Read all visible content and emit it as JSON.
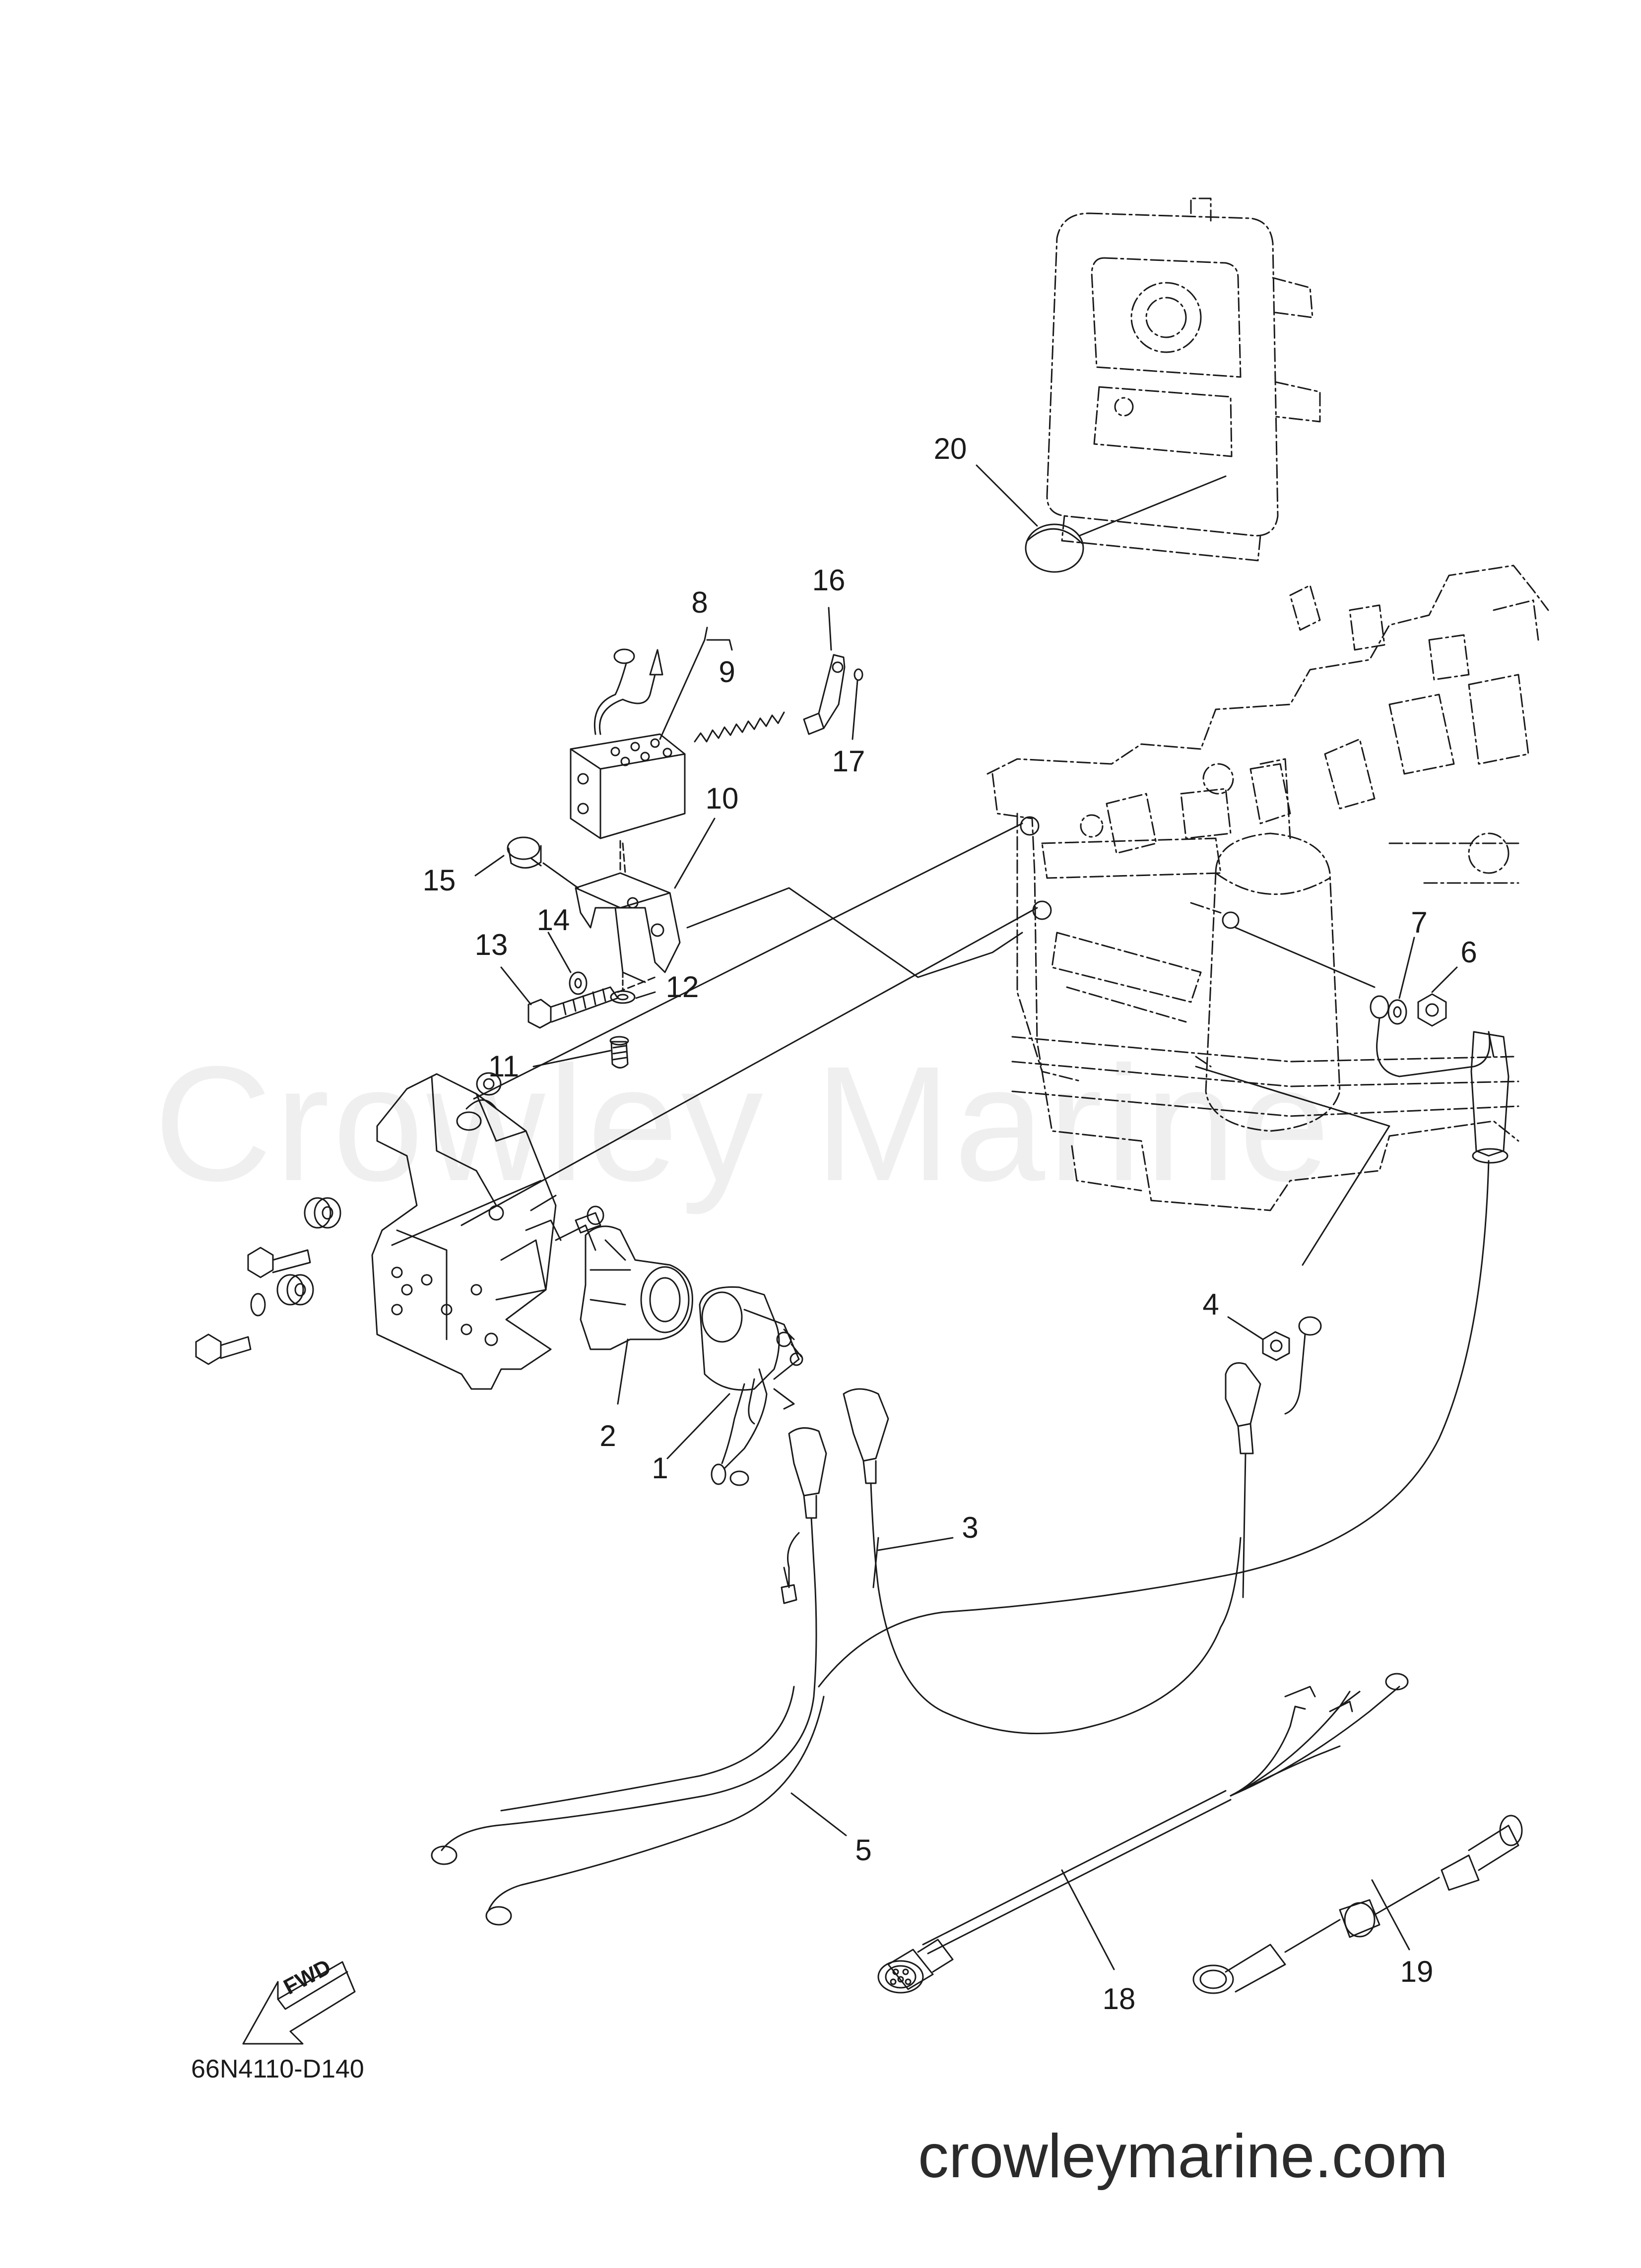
{
  "diagram": {
    "code": "66N4110-D140",
    "fwd_label": "FWD",
    "website": "crowleymarine.com",
    "watermark": "Crowley Marine",
    "callouts": [
      {
        "id": "1",
        "text": "1"
      },
      {
        "id": "2",
        "text": "2"
      },
      {
        "id": "3",
        "text": "3"
      },
      {
        "id": "4",
        "text": "4"
      },
      {
        "id": "5",
        "text": "5"
      },
      {
        "id": "6",
        "text": "6"
      },
      {
        "id": "7",
        "text": "7"
      },
      {
        "id": "8",
        "text": "8"
      },
      {
        "id": "9",
        "text": "9"
      },
      {
        "id": "10",
        "text": "10"
      },
      {
        "id": "11",
        "text": "11"
      },
      {
        "id": "12",
        "text": "12"
      },
      {
        "id": "13",
        "text": "13"
      },
      {
        "id": "14",
        "text": "14"
      },
      {
        "id": "15",
        "text": "15"
      },
      {
        "id": "16",
        "text": "16"
      },
      {
        "id": "17",
        "text": "17"
      },
      {
        "id": "18",
        "text": "18"
      },
      {
        "id": "19",
        "text": "19"
      },
      {
        "id": "20",
        "text": "20"
      }
    ]
  }
}
